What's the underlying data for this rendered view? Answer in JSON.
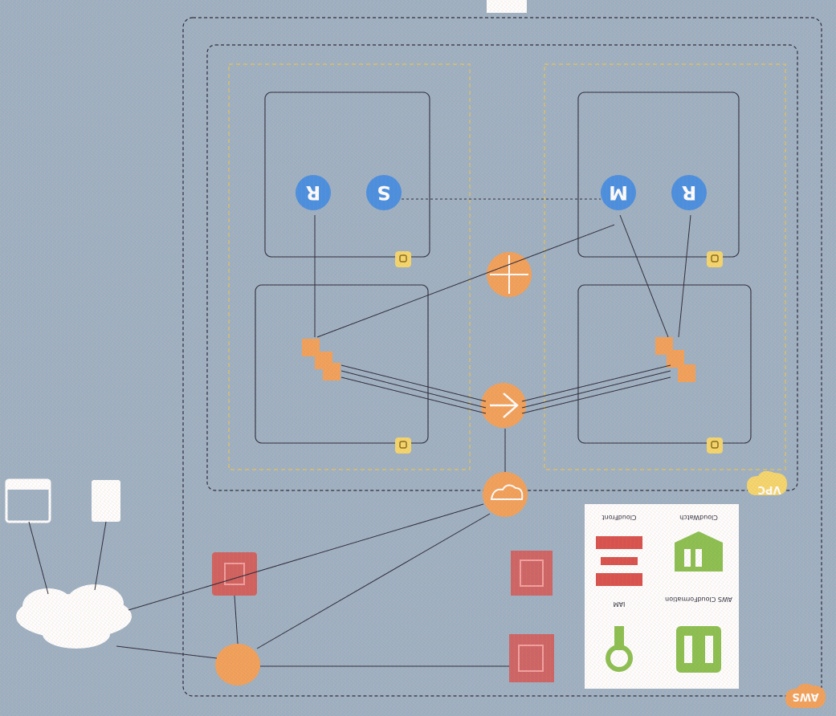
{
  "labels": {
    "aws_badge": "AWS",
    "vpc_badge": "VPC",
    "region_title": "",
    "vpc_title": "",
    "az_left": "",
    "az_right": "",
    "subnet_top_left": "",
    "subnet_top_right": "",
    "subnet_bottom_left": "",
    "subnet_bottom_right": "",
    "lb_label": "",
    "nat_label": "",
    "gw_label": "",
    "users_left": "",
    "users_right": "",
    "internet": "",
    "edge1": "",
    "edge2": "",
    "r53": "",
    "s3": "",
    "db_S": "S",
    "db_R1": "R",
    "db_M": "M",
    "db_R2": "R"
  },
  "legend": {
    "items": [
      {
        "label": "CloudFront",
        "icon": "cloudfront-icon"
      },
      {
        "label": "CloudWatch",
        "icon": "cloudwatch-icon"
      },
      {
        "label": "IAM",
        "icon": "iam-icon"
      },
      {
        "label": "AWS\nCloudFormation",
        "icon": "cloudformation-icon"
      }
    ]
  },
  "colors": {
    "background": "#9fb2c4",
    "orange": "#f2a25c",
    "red": "#d9534f",
    "green": "#8cc152",
    "blue": "#4a90e2",
    "yellow": "#f5d76e",
    "line": "#2b2b3a"
  }
}
